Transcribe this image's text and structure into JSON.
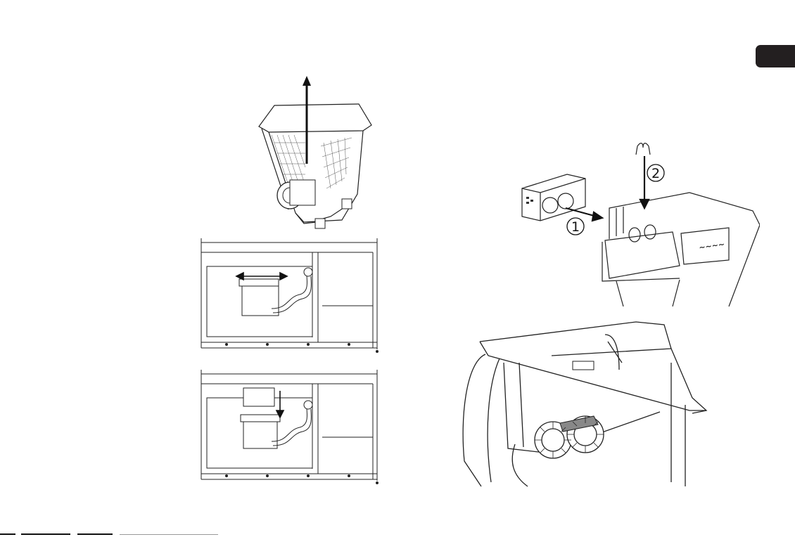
{
  "page": {
    "background": "#ffffff",
    "ink": "#231f20"
  },
  "language_tab": {
    "label": "",
    "color": "#231f20"
  },
  "steps": {
    "step1": "1",
    "step2": "2"
  },
  "illustrations": {
    "top_left": "filter-basket-lift-out",
    "middle_left": "cabinet-slide-filter",
    "bottom_left": "cabinet-lower-filter",
    "top_right": "controller-and-clip-mounting",
    "bottom_right": "filter-rollers-closeup"
  }
}
